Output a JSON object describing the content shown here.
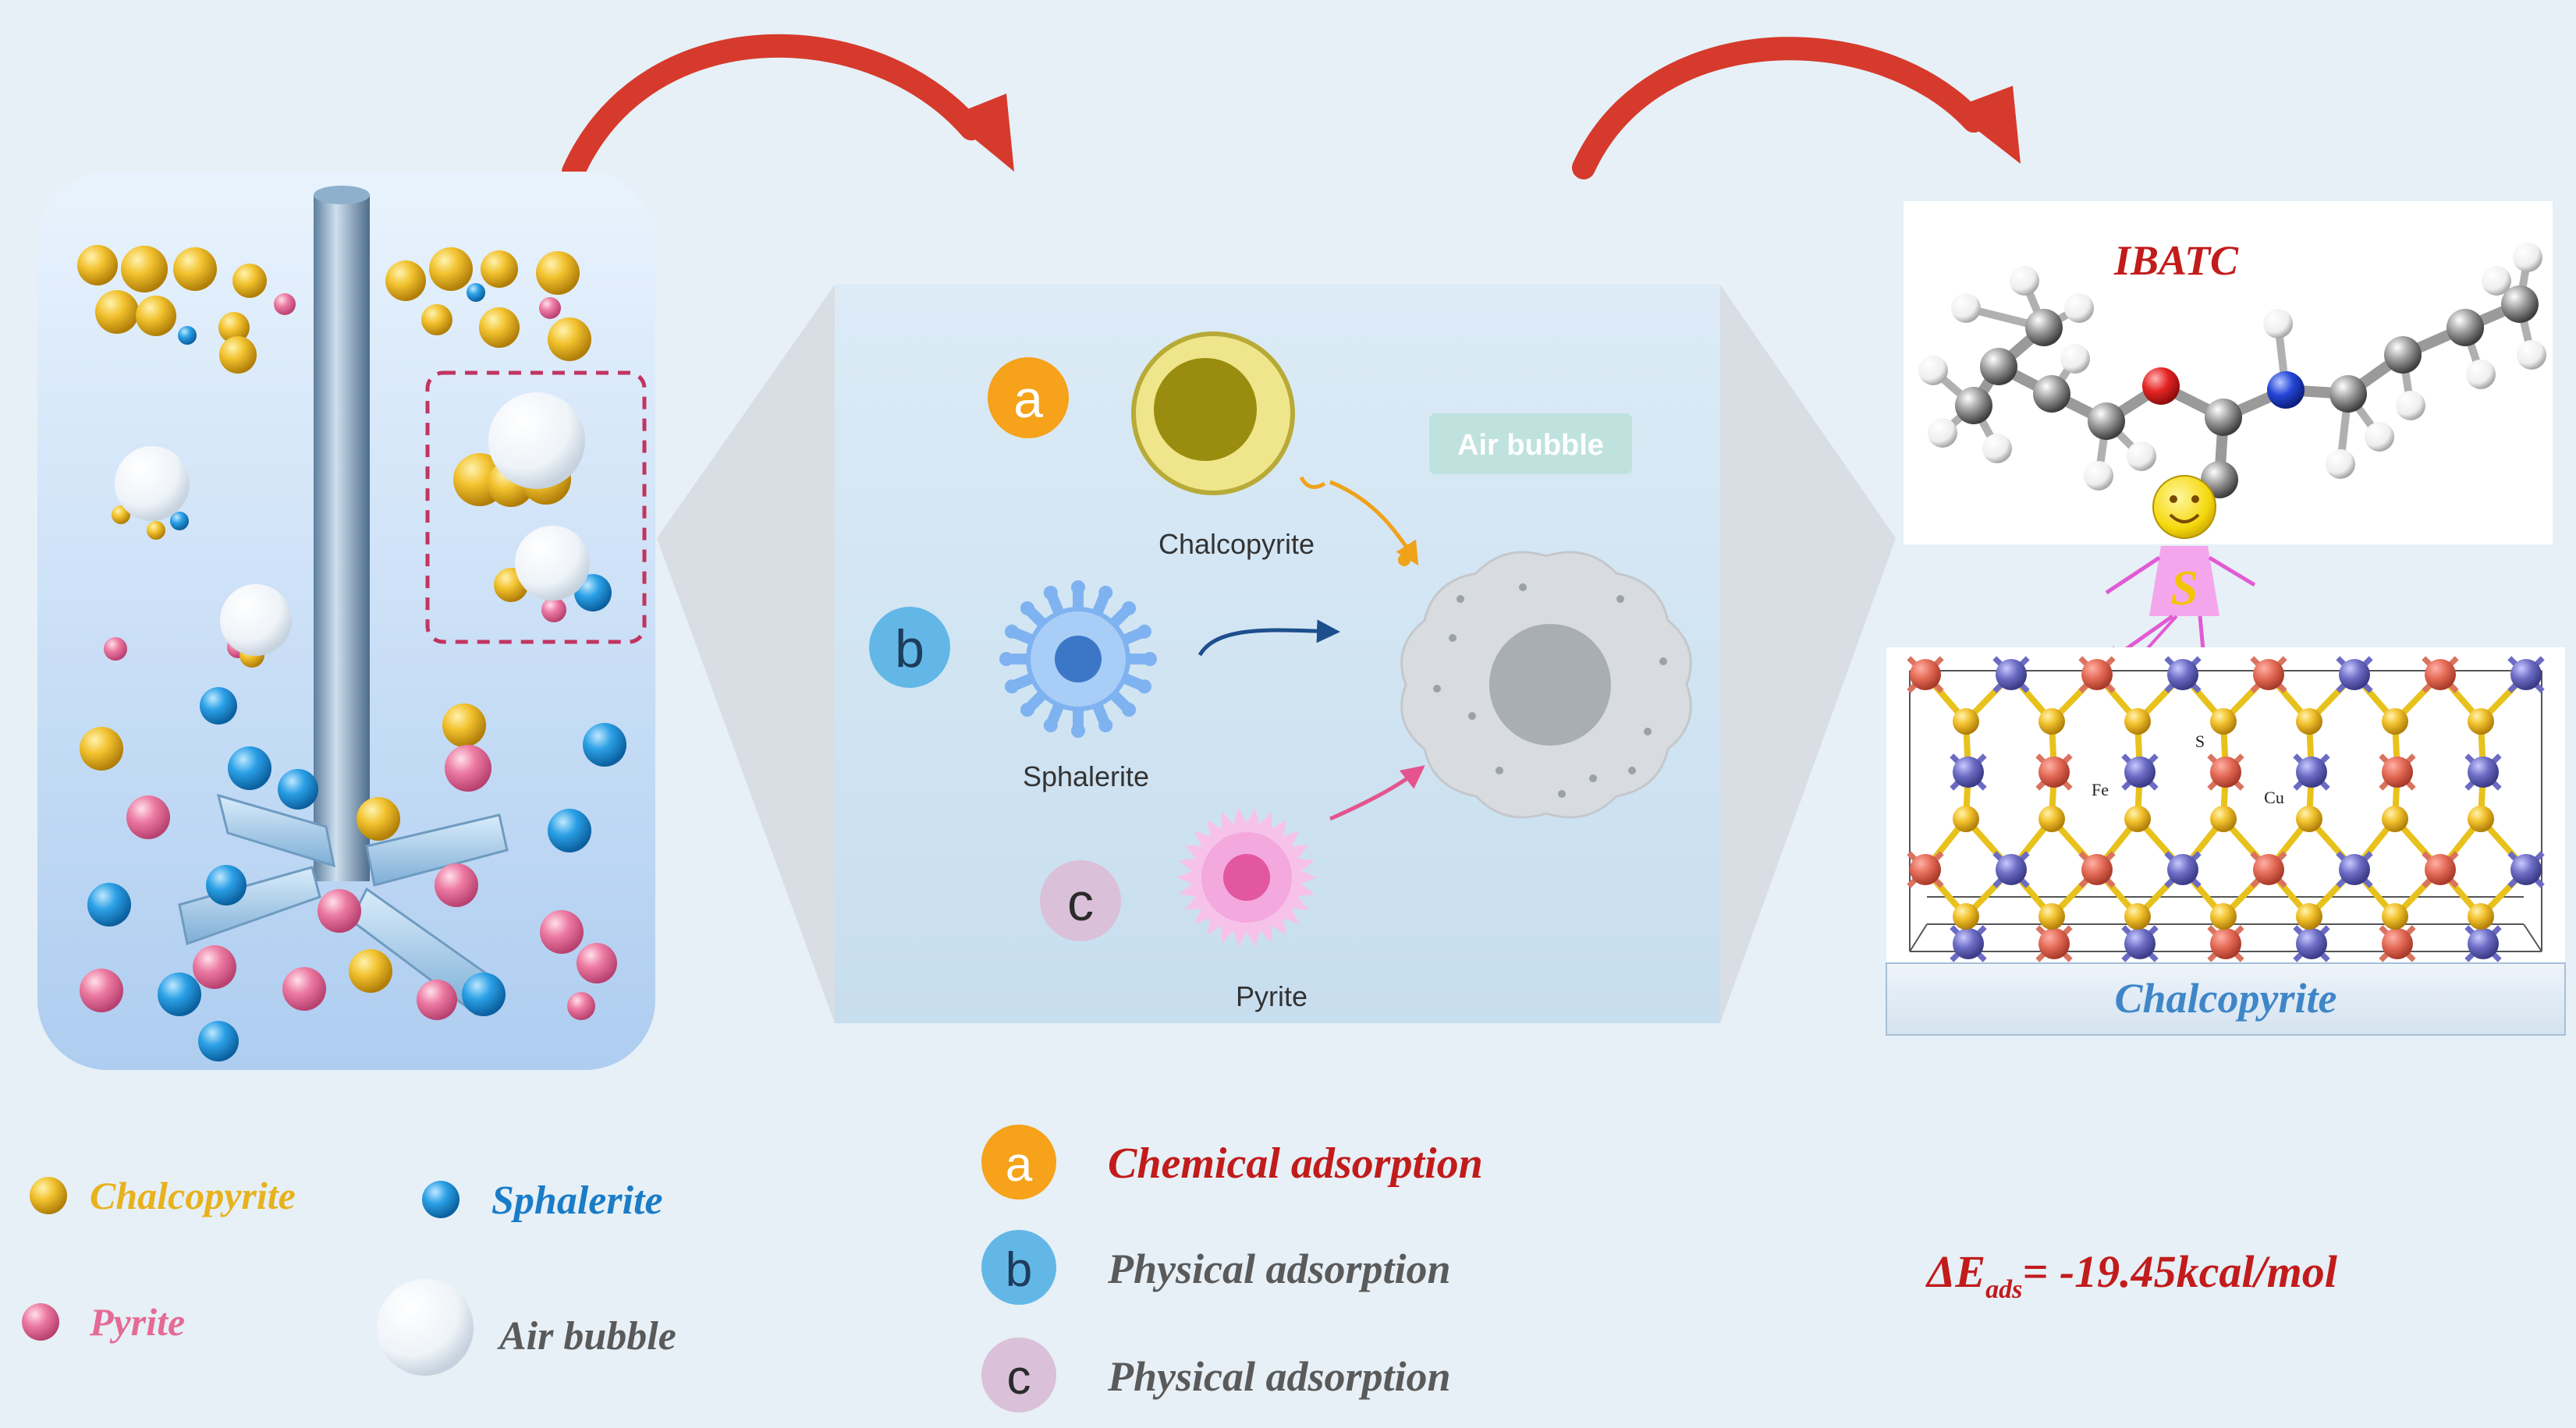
{
  "colors": {
    "chalcopyrite": "#e8b21e",
    "sphalerite": "#1c8fd6",
    "pyrite": "#e56a95",
    "arrow": "#d63a2c",
    "label_red": "#c21b1b",
    "label_gray": "#5a5a5a",
    "legend_blue": "#1a7cc7",
    "chalcopyrite_slab_label": "#3f86c8"
  },
  "middle_panel": {
    "badge_a": "a",
    "badge_b": "b",
    "badge_c": "c",
    "label_chalcopyrite": "Chalcopyrite",
    "label_sphalerite": "Sphalerite",
    "label_pyrite": "Pyrite",
    "air_bubble_tag": "Air bubble"
  },
  "right_panel": {
    "molecule_name": "IBATC",
    "smiley_letter": "S",
    "atom_s": "S",
    "atom_fe": "Fe",
    "atom_cu": "Cu",
    "slab_label": "Chalcopyrite"
  },
  "legend": {
    "chalcopyrite": "Chalcopyrite",
    "sphalerite": "Sphalerite",
    "pyrite": "Pyrite",
    "air_bubble": "Air bubble"
  },
  "adsorption": {
    "a_badge": "a",
    "a_label": "Chemical adsorption",
    "b_badge": "b",
    "b_label": "Physical adsorption",
    "c_badge": "c",
    "c_label": "Physical adsorption"
  },
  "energy": {
    "prefix": "ΔE",
    "subscript": "ads",
    "value": "= -19.45kcal/mol"
  },
  "icons": [
    "curved-arrow-icon",
    "smiley-icon",
    "impeller-icon",
    "bubble-icon"
  ]
}
